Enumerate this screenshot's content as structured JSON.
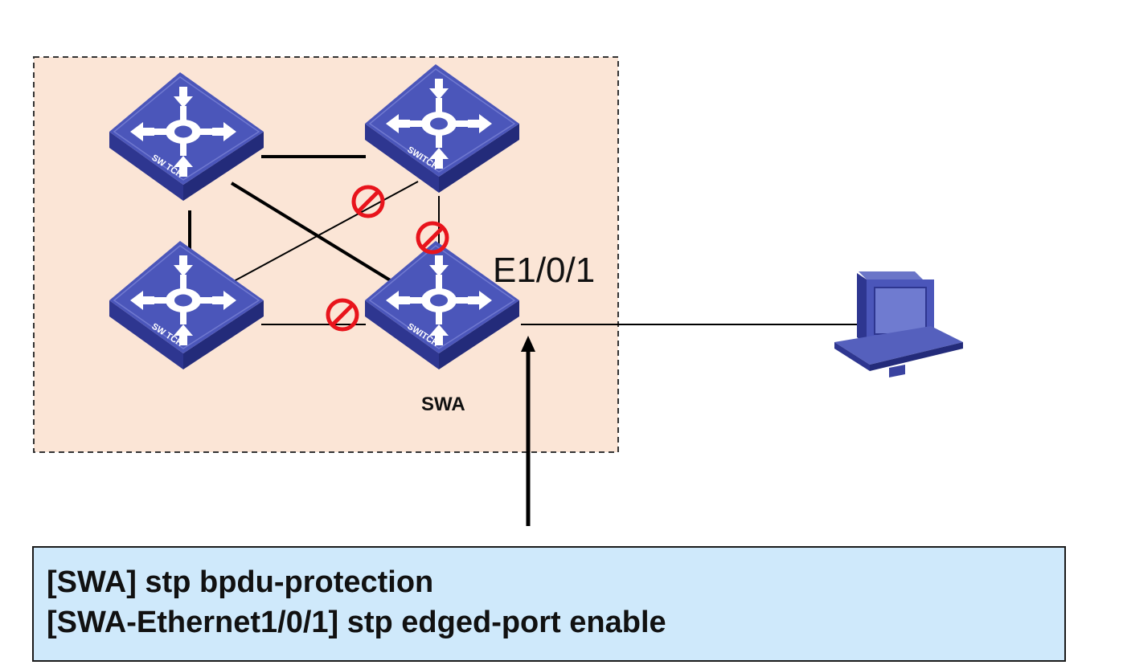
{
  "diagram": {
    "port_label": "E1/0/1",
    "switch_label": "SWA",
    "switch_badges": [
      "SW TCH",
      "SWITCH",
      "SW TCH",
      "SWITCH"
    ],
    "commands": [
      "[SWA] stp bpdu-protection",
      "[SWA-Ethernet1/0/1] stp edged-port enable"
    ],
    "colors": {
      "region_fill": "#fbe5d6",
      "switch_top": "#4a55b8",
      "switch_side": "#2e3690",
      "blocked_sign": "#e8141c",
      "command_box": "#cfe9fb"
    },
    "icons": [
      "switch-icon",
      "computer-icon",
      "blocked-port-icon",
      "arrow-up-icon"
    ]
  }
}
